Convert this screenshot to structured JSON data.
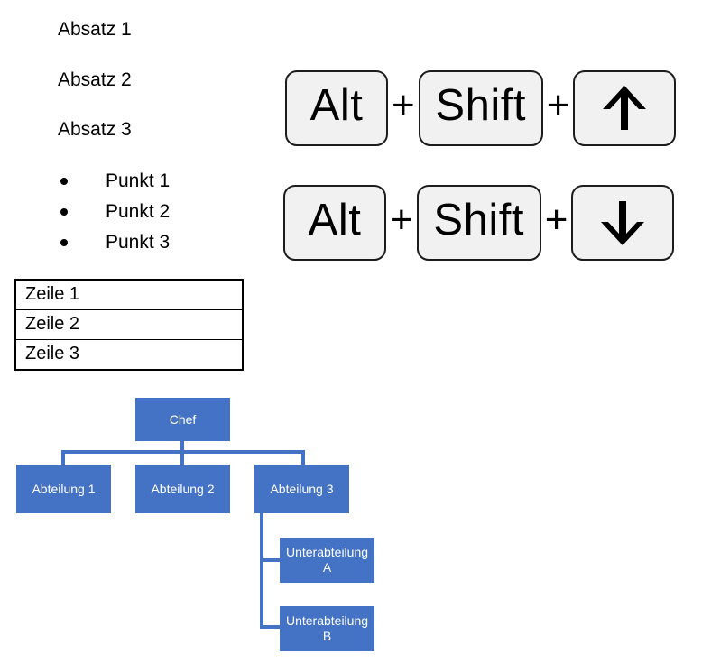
{
  "paragraphs": [
    {
      "text": "Absatz 1"
    },
    {
      "text": "Absatz 2"
    },
    {
      "text": "Absatz 3"
    }
  ],
  "bullet_list": [
    {
      "text": "Punkt 1"
    },
    {
      "text": "Punkt 2"
    },
    {
      "text": "Punkt 3"
    }
  ],
  "table": {
    "rows": [
      {
        "cell": "Zeile 1"
      },
      {
        "cell": "Zeile 2"
      },
      {
        "cell": "Zeile 3"
      }
    ]
  },
  "shortcuts": {
    "separator": "+",
    "rows": [
      {
        "name": "move-up",
        "keys": [
          "Alt",
          "Shift",
          "↑"
        ],
        "arrow_icon": "arrow-up-icon",
        "arrow_label": "↑"
      },
      {
        "name": "move-down",
        "keys": [
          "Alt",
          "Shift",
          "↓"
        ],
        "arrow_icon": "arrow-down-icon",
        "arrow_label": "↓"
      }
    ]
  },
  "org_chart": {
    "box_color": "#4472c4",
    "text_color": "#ffffff",
    "root": {
      "label": "Chef"
    },
    "departments": [
      {
        "label": "Abteilung  1"
      },
      {
        "label": "Abteilung 2"
      },
      {
        "label": "Abteilung 3"
      }
    ],
    "subdepartments": [
      {
        "label": "Unterabteilung A"
      },
      {
        "label": "Unterabteilung B"
      }
    ]
  }
}
